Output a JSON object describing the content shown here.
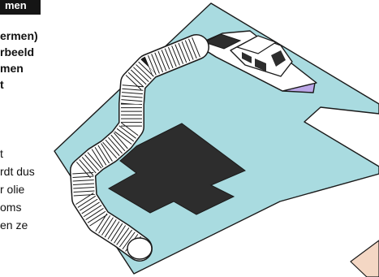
{
  "header": {
    "tag": "men"
  },
  "intro_bold": {
    "lines": [
      "ermen)",
      "rbeeld",
      "men",
      "t"
    ]
  },
  "body": {
    "lines": [
      "t",
      "rdt dus",
      "r olie",
      "oms",
      "en ze"
    ]
  },
  "colors": {
    "water": "#a9dbe0",
    "boat_hull": "#bca7e8",
    "oil_slick": "#2d2d2d",
    "boom": "#ffffff",
    "outline": "#1a1a1a",
    "shore_corner": "#f4d7c4"
  }
}
